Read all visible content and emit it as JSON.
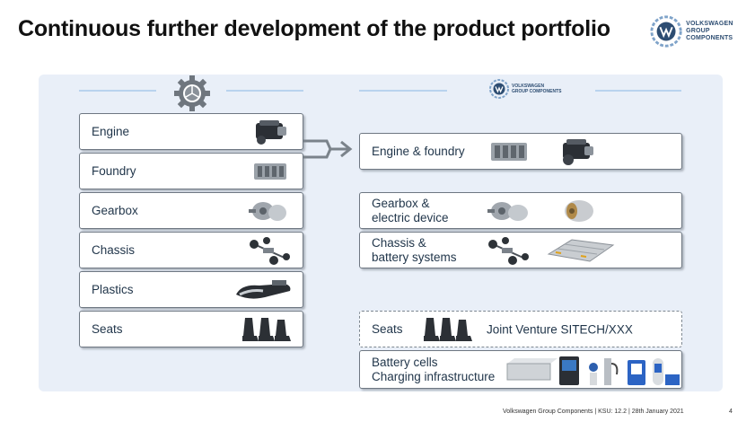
{
  "title": "Continuous further development of the product portfolio",
  "brand": {
    "line1": "VOLKSWAGEN",
    "line2": "GROUP COMPONENTS"
  },
  "left_items": [
    {
      "label": "Engine",
      "icon": "engine-icon"
    },
    {
      "label": "Foundry",
      "icon": "engine-block-icon"
    },
    {
      "label": "Gearbox",
      "icon": "gearbox-icon"
    },
    {
      "label": "Chassis",
      "icon": "chassis-icon"
    },
    {
      "label": "Plastics",
      "icon": "plastic-part-icon"
    },
    {
      "label": "Seats",
      "icon": "seats-icon"
    }
  ],
  "right_items": {
    "engine_foundry": "Engine & foundry",
    "gearbox_line1": "Gearbox &",
    "gearbox_line2": "electric device",
    "chassis_line1": "Chassis &",
    "chassis_line2": "battery systems",
    "seats": "Seats",
    "joint_venture": "Joint Venture SITECH/XXX",
    "battery_line1": "Battery cells",
    "battery_line2": "Charging infrastructure"
  },
  "footer": {
    "text": "Volkswagen Group Components | KSU: 12.2 | 28th January 2021",
    "page": "4"
  },
  "colors": {
    "accent": "#b9d3ee",
    "panel": "#e9eff8",
    "text": "#1f3449"
  }
}
